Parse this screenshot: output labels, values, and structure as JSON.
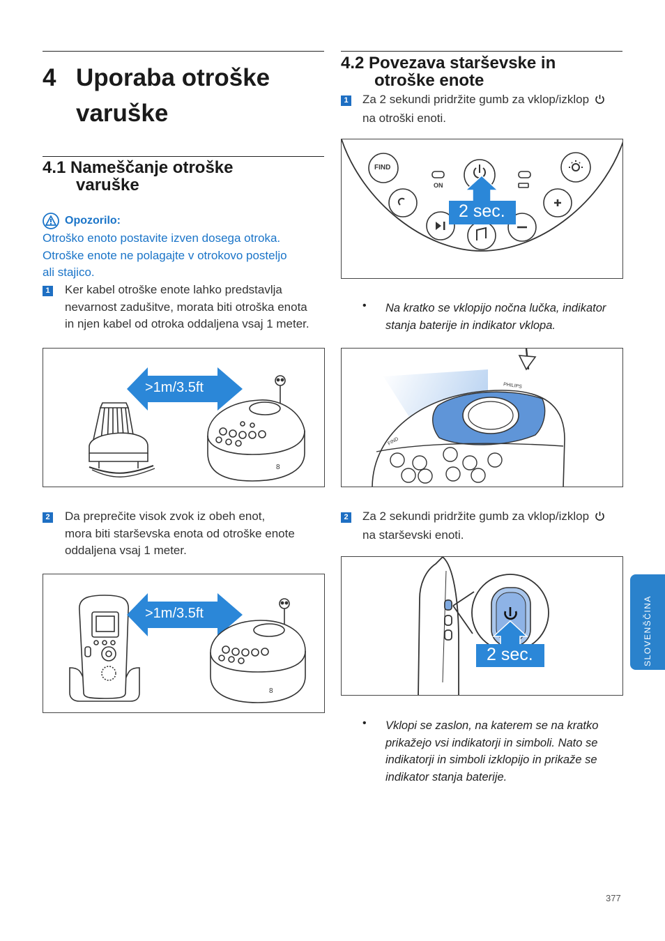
{
  "chapter": {
    "number": "4",
    "title_line1": "Uporaba otroške",
    "title_line2": "varuške"
  },
  "section_4_1": {
    "number": "4.1",
    "title_line1": "Nameščanje otroške",
    "title_line2": "varuške",
    "warning_title": "Opozorilo:",
    "warning_lines": [
      "Otroško enoto postavite izven dosega otroka.",
      "Otroške enote ne polagajte v otrokovo posteljo",
      "ali stajico."
    ],
    "step1_number": "1",
    "step1_lines": [
      "Ker kabel otroške enote lahko predstavlja",
      "nevarnost zadušitve, morata biti otroška enota",
      "in njen kabel od otroka oddaljena vsaj 1 meter."
    ],
    "figure1_label": ">1m/3.5ft",
    "step2_number": "2",
    "step2_lines": [
      "Da preprečite visok zvok iz obeh enot,",
      "mora biti starševska enota od otroške enote",
      "oddaljena vsaj 1 meter."
    ],
    "figure2_label": ">1m/3.5ft"
  },
  "section_4_2": {
    "number": "4.2",
    "title_line1": "Povezava starševske in",
    "title_line2": "otroške enote",
    "step1_number": "1",
    "step1_lines": [
      "Za 2 sekundi pridržite gumb za vklop/izklop",
      "na otroški enoti."
    ],
    "figure1": {
      "find": "FIND",
      "on": "ON",
      "hold": "2 sec."
    },
    "note1_lines": [
      "Na kratko se vklopijo nočna lučka, indikator",
      "stanja baterije in indikator vklopa."
    ],
    "figure2_brand": "PHILIPS",
    "figure2_find": "FIND",
    "step2_number": "2",
    "step2_lines": [
      "Za 2 sekundi pridržite gumb za vklop/izklop",
      "na starševski enoti."
    ],
    "figure3": {
      "hold": "2 sec."
    },
    "note2_lines": [
      "Vklopi se zaslon, na katerem se na kratko",
      "prikažejo vsi indikatorji in simboli. Nato se",
      "indikatorji in simboli izklopijo in prikaže se",
      "indikator stanja baterije."
    ]
  },
  "side_tab": "SLOVENŠČINA",
  "page_number": "377",
  "colors": {
    "accent": "#1e6fc3",
    "warning_text": "#1a74c8",
    "arrow_blue": "#2b87d8",
    "tab_blue": "#2a82cc"
  },
  "icons": [
    "warning-icon",
    "power-icon",
    "bullet-dot"
  ]
}
